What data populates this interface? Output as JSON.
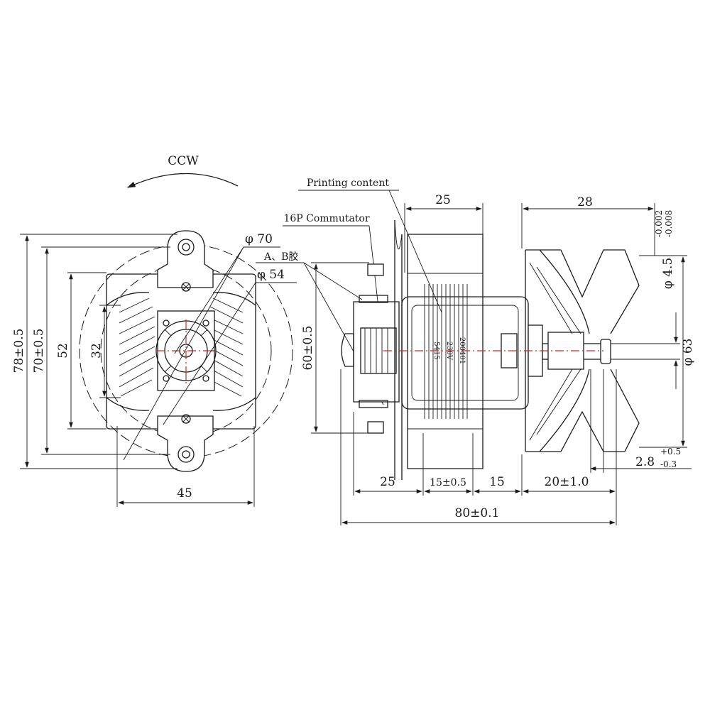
{
  "rotation_label": "CCW",
  "front_view": {
    "phi_outer": "φ 70",
    "phi_inner": "φ 54",
    "height_overall": "78±0.5",
    "height_mount": "70±0.5",
    "height_core": "52",
    "height_inner": "32",
    "width": "45"
  },
  "side_view": {
    "printing_content": "Printing content",
    "commutator": "16P Commutator",
    "glue": "A、B胶",
    "core_stack": "25",
    "height": "60±0.5",
    "label_brush": "25",
    "label_stack": "15±0.5",
    "label_gap": "15",
    "label_shaft": "20±1.0",
    "label_total": "80±0.1",
    "fan_length": "28",
    "shaft_dia": "φ 4.5",
    "shaft_tol_upper": "-0.002",
    "shaft_tol_lower": "-0.008",
    "fan_dia": "φ 63",
    "edge_dim": "2.8",
    "edge_tol_upper": "+0.5",
    "edge_tol_lower": "-0.3",
    "core_print_1": "5415",
    "core_print_2": "230V",
    "core_print_3": "200401"
  },
  "colors": {
    "line": "#1a1a1a",
    "centerline": "#d8261f",
    "background": "#ffffff"
  }
}
